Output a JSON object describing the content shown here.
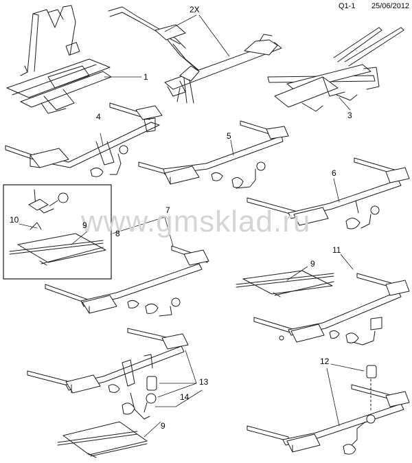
{
  "header": {
    "code": "Q1-1",
    "date": "25/06/2012"
  },
  "watermark": "www.gmsklad.ru",
  "callouts": {
    "c2x": "2X",
    "c1": "1",
    "c3": "3",
    "c4": "4",
    "c5": "5",
    "c6": "6",
    "c7": "7",
    "c8": "8",
    "c9a": "9",
    "c10": "10",
    "c9b": "9",
    "c11": "11",
    "c13": "13",
    "c14": "14",
    "c9c": "9",
    "c12": "12"
  },
  "colors": {
    "line": "#1a1a1a",
    "fill": "#ffffff",
    "watermark": "#d4d4d4"
  }
}
